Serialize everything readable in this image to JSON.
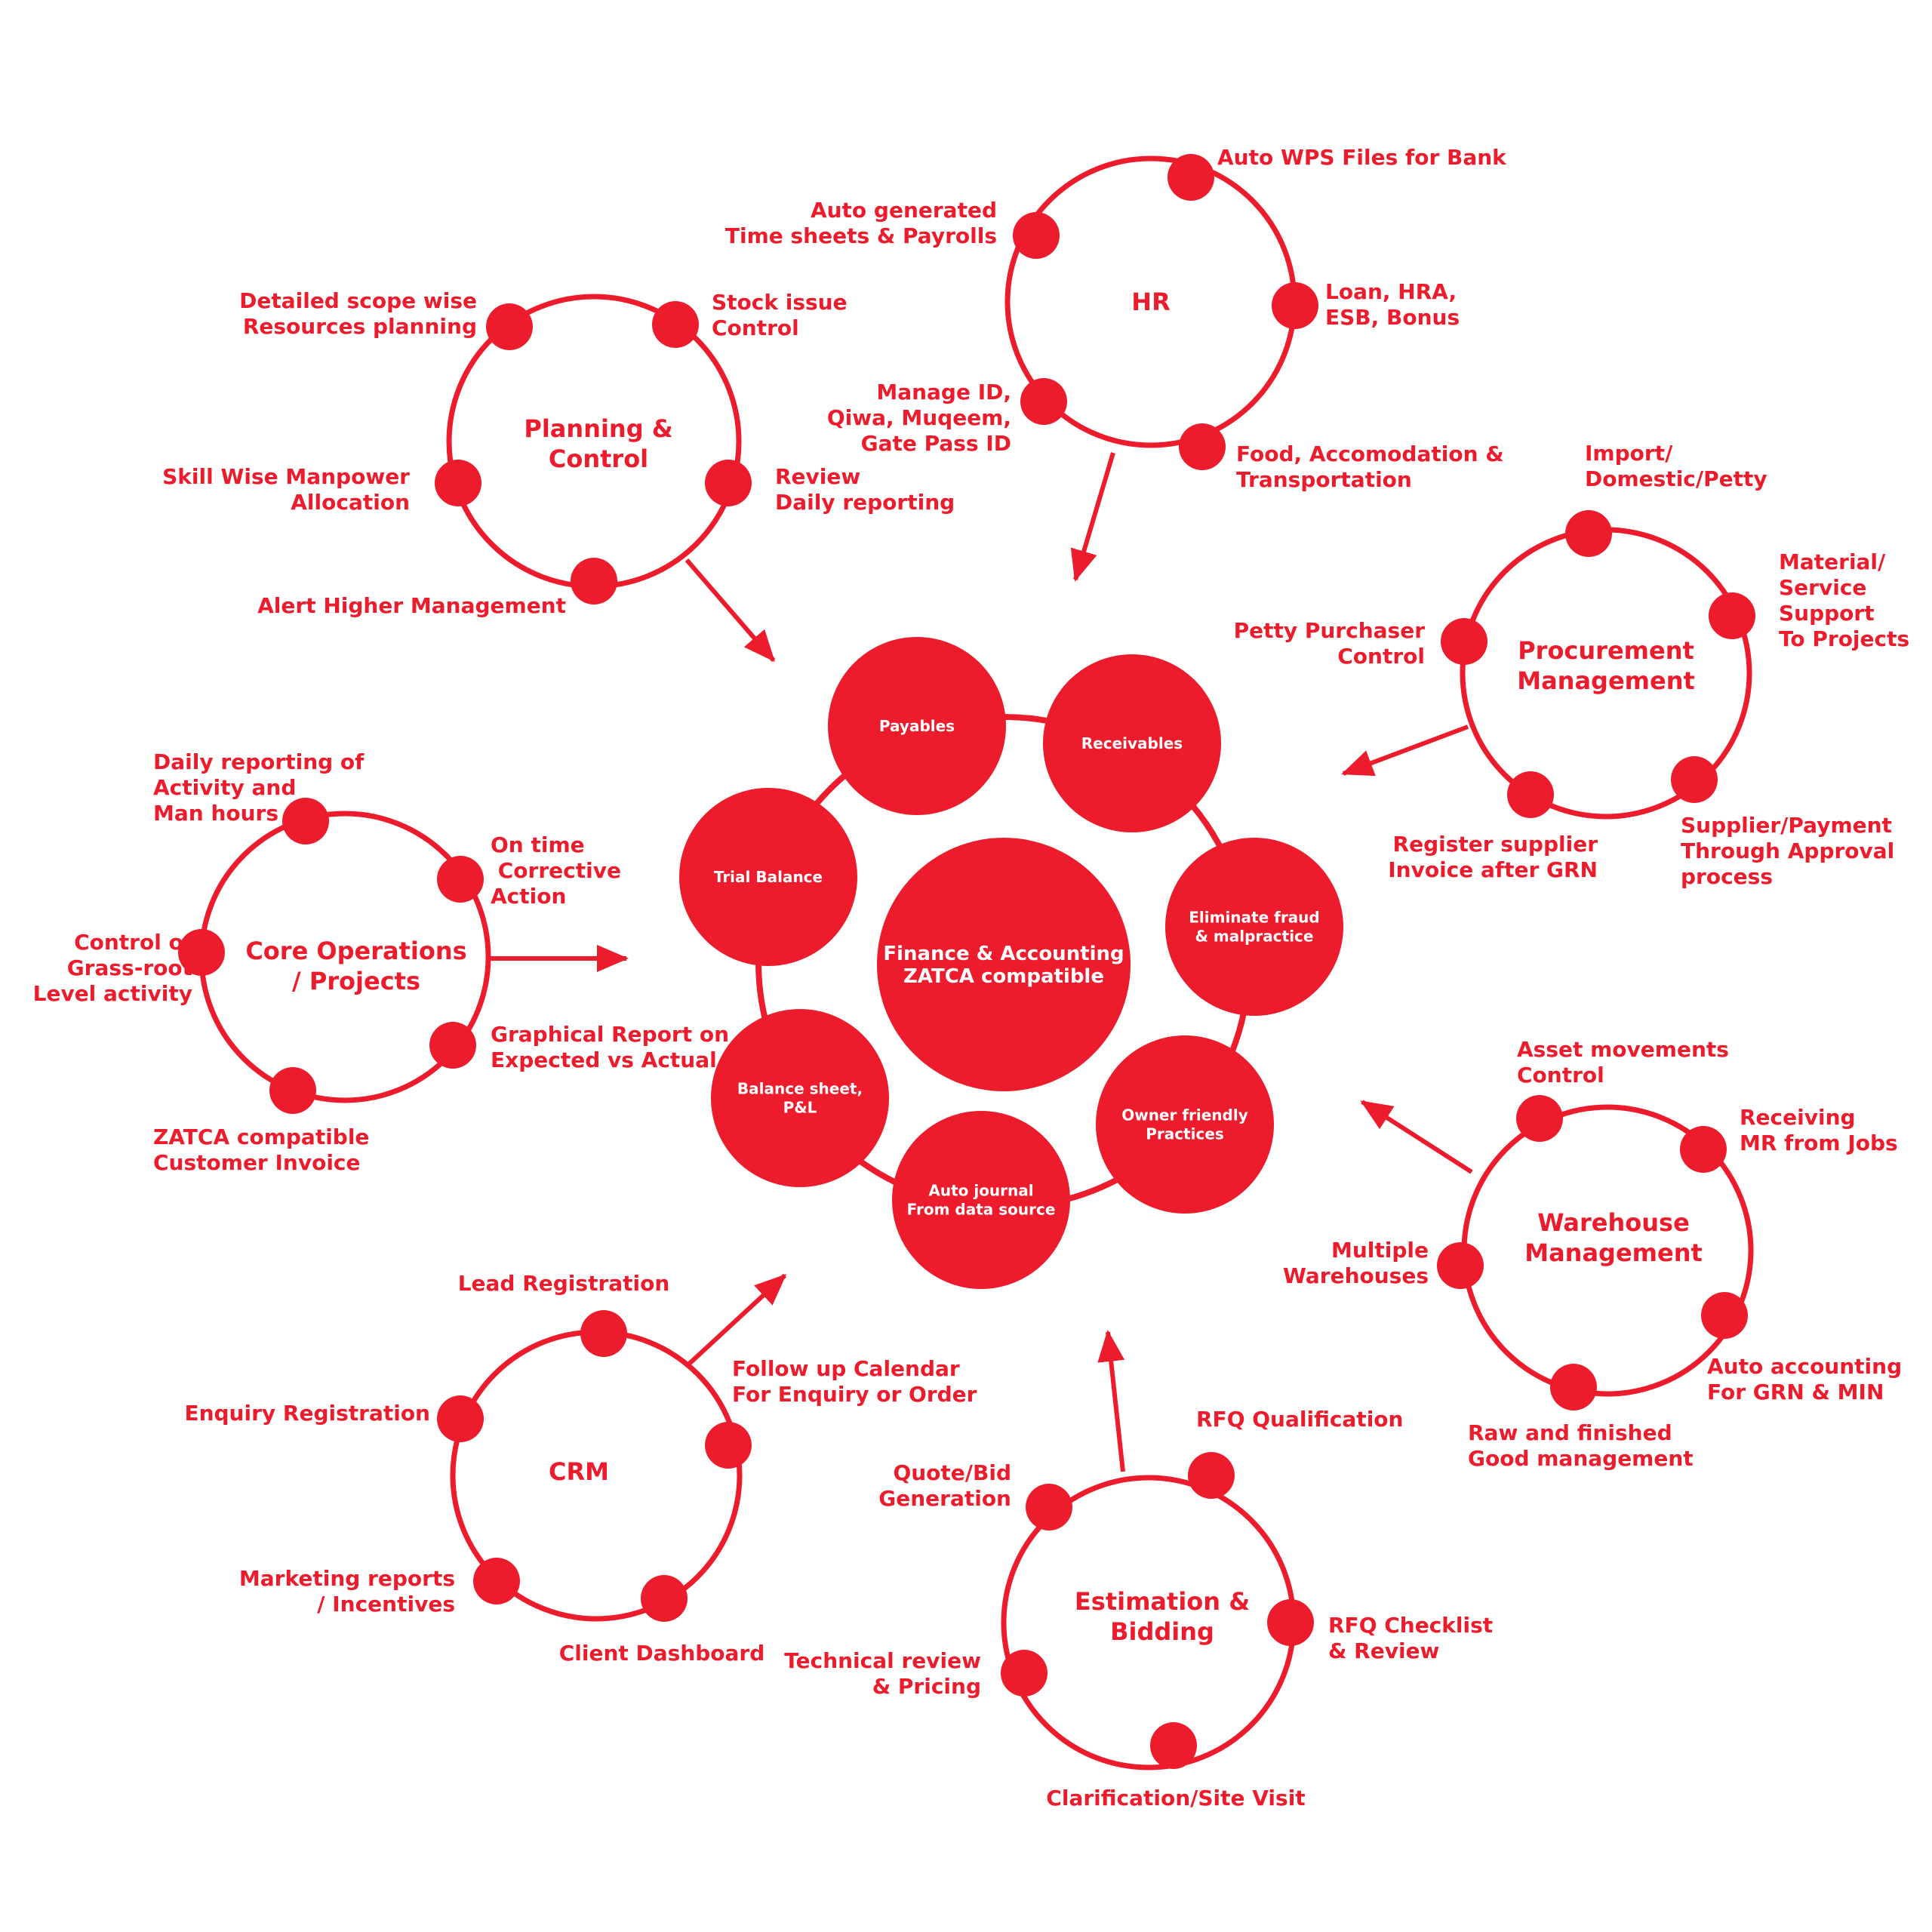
{
  "colors": {
    "accent": "#ed1c2c",
    "background": "#ffffff",
    "inner_text": "#ffffff"
  },
  "center": {
    "title": [
      "Finance & Accounting",
      "ZATCA compatible"
    ],
    "items": [
      {
        "id": "payables",
        "label": [
          "Payables"
        ]
      },
      {
        "id": "receivables",
        "label": [
          "Receivables"
        ]
      },
      {
        "id": "eliminate-fraud",
        "label": [
          "Eliminate fraud",
          "& malpractice"
        ]
      },
      {
        "id": "owner-friendly",
        "label": [
          "Owner friendly",
          "Practices"
        ]
      },
      {
        "id": "auto-journal",
        "label": [
          "Auto journal",
          "From data source"
        ]
      },
      {
        "id": "balance-sheet",
        "label": [
          "Balance sheet,",
          "P&L"
        ]
      },
      {
        "id": "trial-balance",
        "label": [
          "Trial Balance"
        ]
      }
    ]
  },
  "modules": [
    {
      "id": "hr",
      "title": [
        "HR"
      ],
      "items": [
        [
          "Auto WPS Files for Bank"
        ],
        [
          "Loan, HRA,",
          "ESB, Bonus"
        ],
        [
          "Food, Accomodation &",
          "Transportation"
        ],
        [
          "Manage ID,",
          "Qiwa, Muqeem,",
          "Gate Pass ID"
        ],
        [
          "Auto generated",
          "Time sheets & Payrolls"
        ]
      ]
    },
    {
      "id": "planning-control",
      "title": [
        "Planning &",
        "Control"
      ],
      "items": [
        [
          "Detailed scope wise",
          "Resources planning"
        ],
        [
          "Stock issue",
          "Control"
        ],
        [
          "Review",
          "Daily reporting"
        ],
        [
          "Alert Higher Management"
        ],
        [
          "Skill Wise Manpower",
          "Allocation"
        ]
      ]
    },
    {
      "id": "procurement",
      "title": [
        "Procurement",
        "Management"
      ],
      "items": [
        [
          "Import/",
          "Domestic/Petty"
        ],
        [
          "Material/",
          "Service",
          "Support",
          "To Projects"
        ],
        [
          "Supplier/Payment",
          "Through Approval",
          "process"
        ],
        [
          "Register supplier",
          "Invoice after GRN"
        ],
        [
          "Petty Purchaser",
          "Control"
        ]
      ]
    },
    {
      "id": "core-operations",
      "title": [
        "Core Operations",
        "/ Projects"
      ],
      "items": [
        [
          "Daily reporting of",
          "Activity and",
          "Man hours"
        ],
        [
          "On time",
          " Corrective",
          "Action"
        ],
        [
          "Graphical Report on",
          "Expected vs Actual"
        ],
        [
          "ZATCA compatible",
          "Customer Invoice"
        ],
        [
          "Control of",
          "Grass-root",
          " Level activity"
        ]
      ]
    },
    {
      "id": "warehouse",
      "title": [
        "Warehouse",
        "Management"
      ],
      "items": [
        [
          "Asset movements",
          "Control"
        ],
        [
          "Receiving",
          "MR from Jobs"
        ],
        [
          "Auto accounting",
          "For GRN & MIN"
        ],
        [
          "Raw and finished",
          "Good management"
        ],
        [
          "Multiple",
          "Warehouses"
        ]
      ]
    },
    {
      "id": "crm",
      "title": [
        "CRM"
      ],
      "items": [
        [
          "Lead Registration"
        ],
        [
          "Follow up Calendar",
          "For Enquiry or Order"
        ],
        [
          "Client Dashboard"
        ],
        [
          "Marketing reports",
          "/ Incentives"
        ],
        [
          "Enquiry Registration"
        ]
      ]
    },
    {
      "id": "estimation-bidding",
      "title": [
        "Estimation &",
        "Bidding"
      ],
      "items": [
        [
          "RFQ Qualification"
        ],
        [
          "RFQ Checklist",
          "& Review"
        ],
        [
          "Clarification/Site Visit"
        ],
        [
          "Technical review",
          " & Pricing"
        ],
        [
          "Quote/Bid",
          "Generation"
        ]
      ]
    }
  ]
}
